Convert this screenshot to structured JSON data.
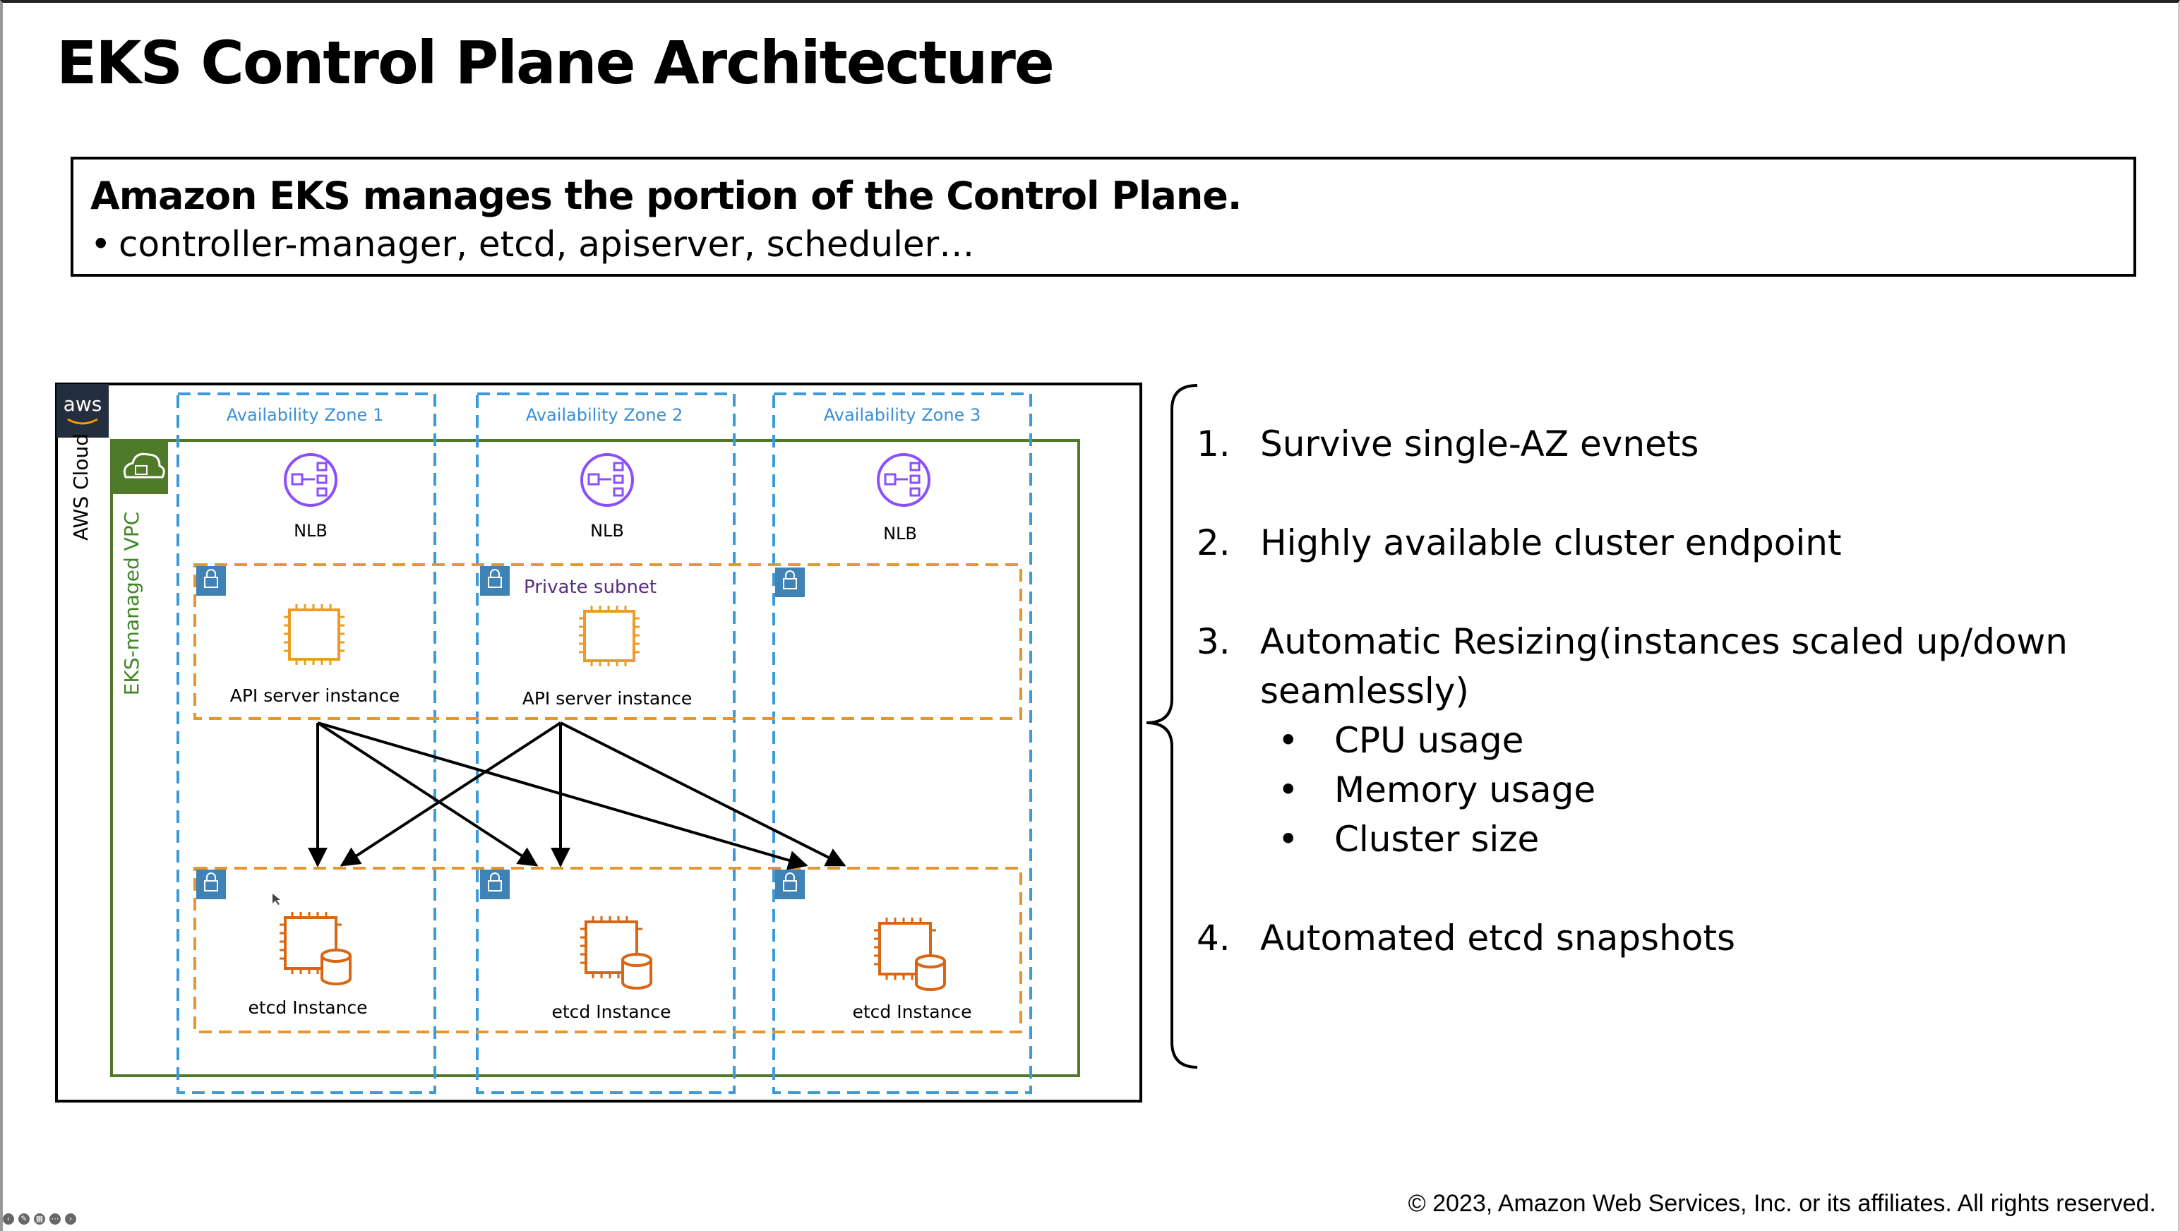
{
  "slide": {
    "title": "EKS Control Plane Architecture",
    "summary": {
      "heading": "Amazon EKS manages the portion of the Control Plane.",
      "bullet": "controller-manager, etcd, apiserver, scheduler…"
    },
    "footer": "© 2023, Amazon Web Services, Inc. or its affiliates. All rights reserved."
  },
  "diagram": {
    "aws_logo": "aws",
    "cloud_label": "AWS Cloud",
    "vpc_label": "EKS-managed VPC",
    "zones": [
      {
        "label": "Availability Zone 1",
        "nlb": "NLB",
        "api": "API server instance",
        "etcd": "etcd Instance"
      },
      {
        "label": "Availability Zone 2",
        "nlb": "NLB",
        "api": "API server instance",
        "etcd": "etcd Instance"
      },
      {
        "label": "Availability Zone 3",
        "nlb": "NLB",
        "api": "",
        "etcd": "etcd Instance"
      }
    ],
    "private_subnet_label": "Private subnet",
    "colors": {
      "az_border": "#3d9ad9",
      "vpc_border": "#4f7a28",
      "subnet_border": "#e6962a",
      "nlb_icon": "#8c4fff",
      "compute_icon": "#ed9b24",
      "etcd_icon": "#d86613",
      "lock_badge": "#3f82b5",
      "az_text": "#3a8fd6",
      "vpc_text": "#3f8624",
      "subnet_text": "#5a2d80"
    },
    "icons": {
      "nlb": "load-balancer-icon",
      "api": "chip-icon",
      "etcd": "chip-database-icon",
      "subnet": "lock-icon",
      "vpc": "cloud-lock-icon"
    }
  },
  "features": {
    "items": [
      {
        "num": "1.",
        "text": "Survive single-AZ evnets"
      },
      {
        "num": "2.",
        "text": "Highly available cluster endpoint"
      },
      {
        "num": "3.",
        "text": "Automatic Resizing(instances scaled up/down",
        "text2": "seamlessly)"
      },
      {
        "num": "4.",
        "text": "Automated etcd snapshots"
      }
    ],
    "sub_bullet": "•",
    "sub_items": [
      "CPU usage",
      "Memory usage",
      "Cluster size"
    ]
  }
}
